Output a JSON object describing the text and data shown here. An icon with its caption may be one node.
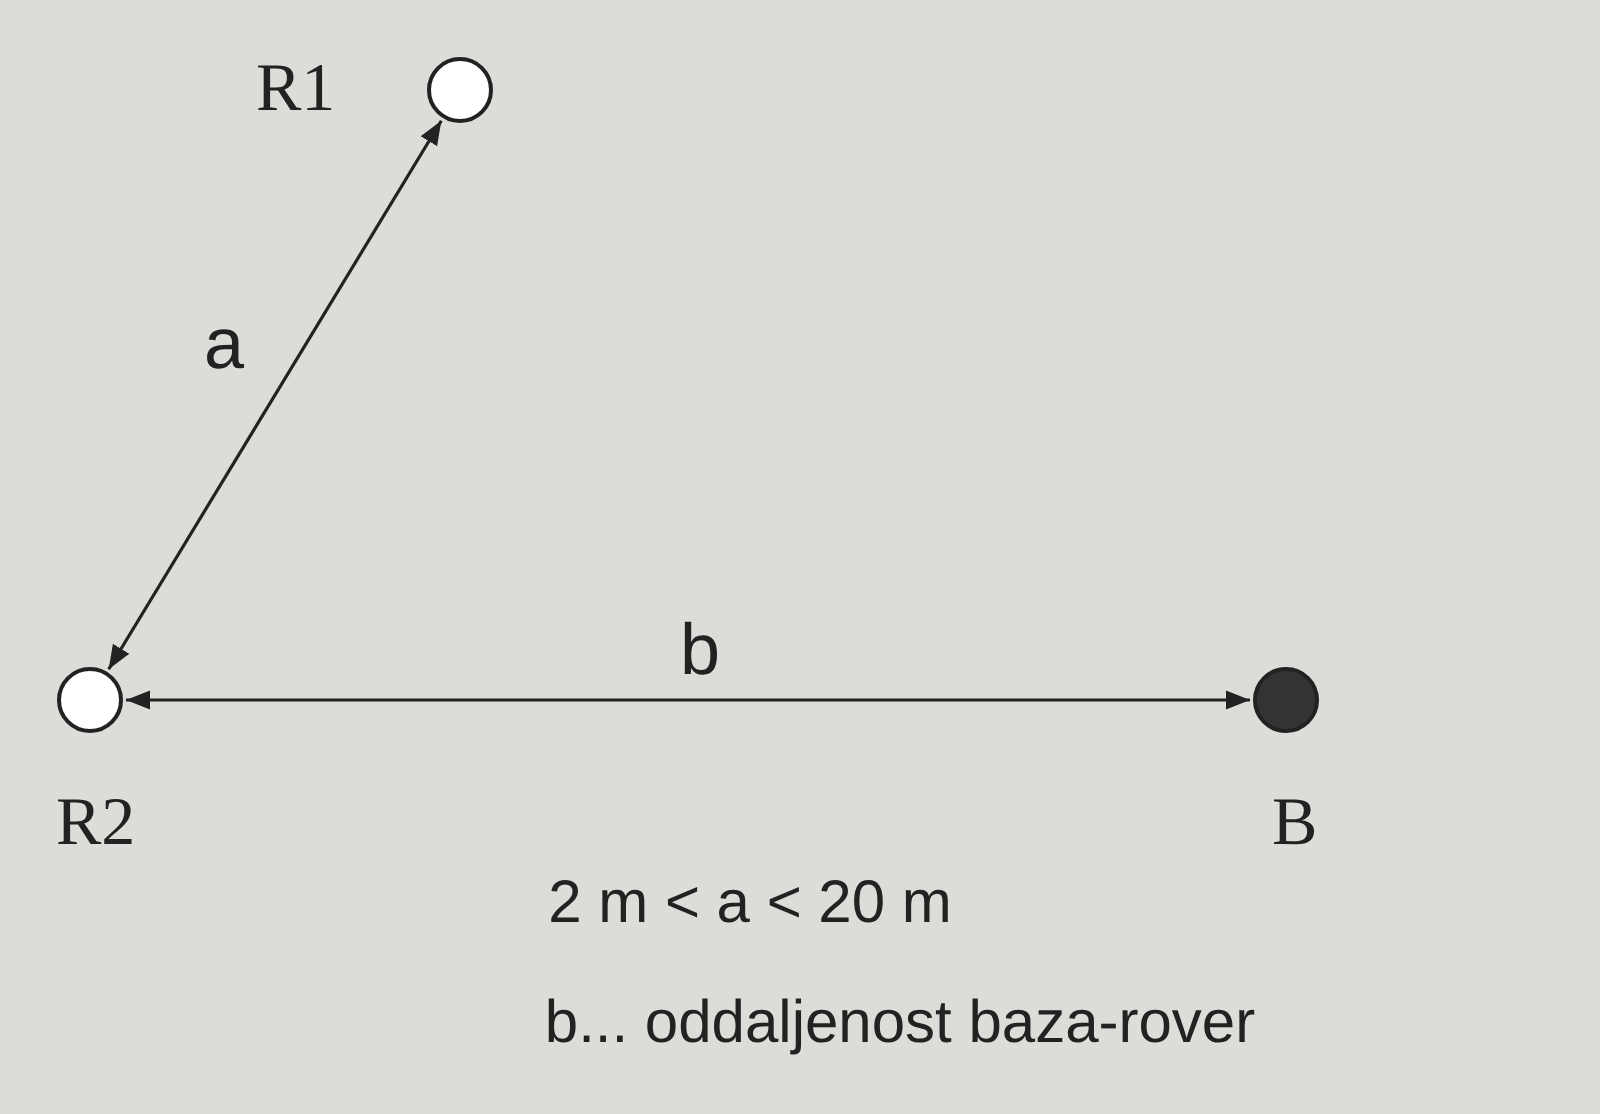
{
  "diagram": {
    "nodes": [
      {
        "text": [],
        "shape": "circle",
        "beside": [
          "R1"
        ]
      },
      {
        "text": [],
        "shape": "circle",
        "beside": [
          "R2"
        ]
      },
      {
        "text": [],
        "shape": "circle",
        "beside": [
          "B"
        ]
      }
    ],
    "edges": [
      {
        "from": 0,
        "to": 1,
        "arrow": "both",
        "label": "a"
      },
      {
        "from": 1,
        "to": 2,
        "arrow": "both",
        "label": "b"
      }
    ],
    "labels": [
      "2 m < a < 20 m",
      "b... oddaljenost baza-rover"
    ]
  }
}
